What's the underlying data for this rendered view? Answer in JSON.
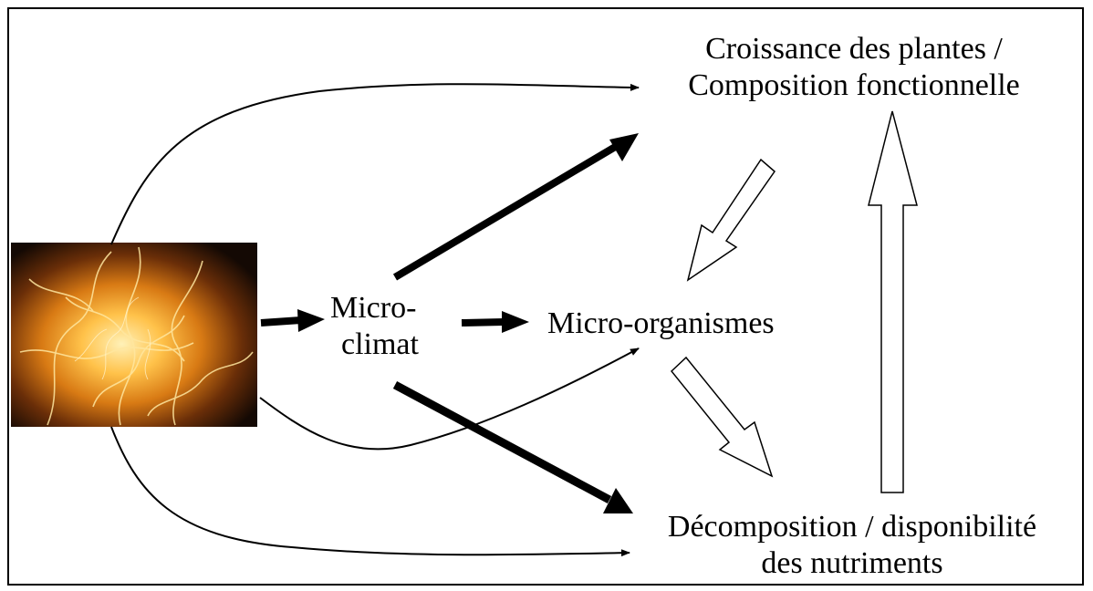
{
  "nodes": {
    "growth": {
      "line1": "Croissance des plantes /",
      "line2": "Composition fonctionnelle"
    },
    "microclimate": {
      "line1": "Micro-",
      "line2": "climat"
    },
    "microorganisms": {
      "text": "Micro-organismes"
    },
    "decomposition": {
      "line1": "Décomposition / disponibilité",
      "line2": "des nutriments"
    }
  },
  "image": {
    "icon": "fire-image"
  },
  "colors": {
    "stroke": "#000000",
    "hollow_fill": "#ffffff",
    "fire_core": "#ffd27a",
    "fire_mid": "#e08a1e",
    "fire_dark": "#1a0d05"
  }
}
